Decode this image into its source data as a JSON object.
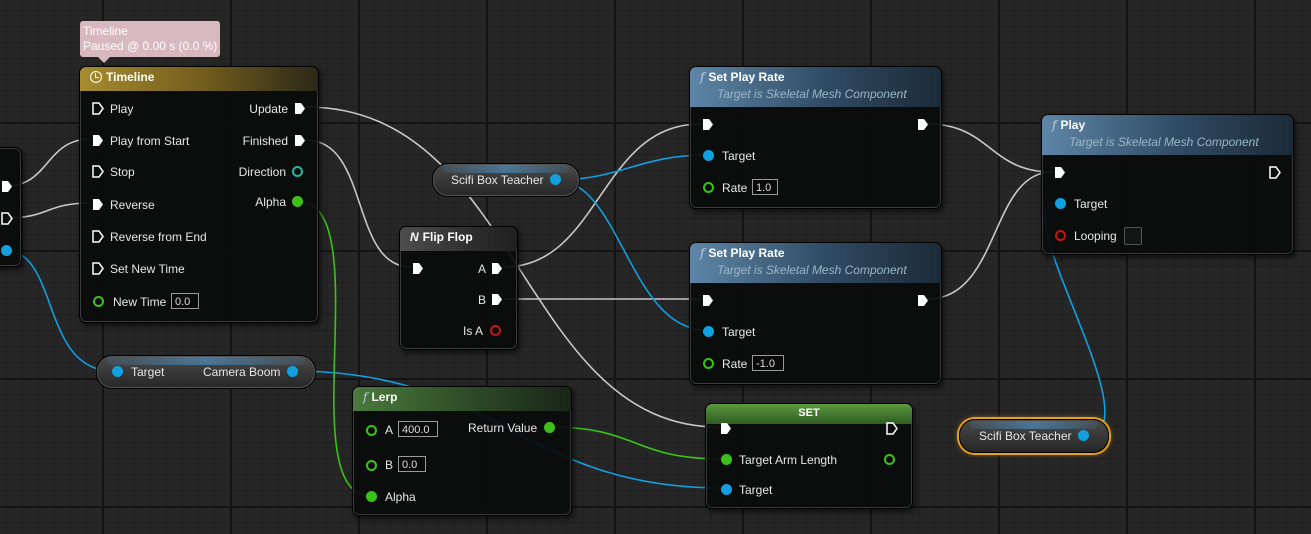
{
  "tooltip": {
    "title": "Timeline",
    "status": "Paused @ 0.00 s (0.0 %)"
  },
  "timeline": {
    "title": "Timeline",
    "inputs": [
      "Play",
      "Play from Start",
      "Stop",
      "Reverse",
      "Reverse from End",
      "Set New Time"
    ],
    "new_time_label": "New Time",
    "new_time_value": "0.0",
    "outputs": {
      "update": "Update",
      "finished": "Finished",
      "direction": "Direction",
      "alpha": "Alpha"
    }
  },
  "camera_boom": {
    "target": "Target",
    "output": "Camera Boom"
  },
  "scifi_var_1": {
    "label": "Scifi Box Teacher"
  },
  "scifi_var_2": {
    "label": "Scifi Box Teacher"
  },
  "flipflop": {
    "title": "Flip Flop",
    "a": "A",
    "b": "B",
    "is_a": "Is A"
  },
  "set_play_rate_1": {
    "title": "Set Play Rate",
    "subtitle": "Target is Skeletal Mesh Component",
    "target": "Target",
    "rate": "Rate",
    "rate_value": "1.0"
  },
  "set_play_rate_2": {
    "title": "Set Play Rate",
    "subtitle": "Target is Skeletal Mesh Component",
    "target": "Target",
    "rate": "Rate",
    "rate_value": "-1.0"
  },
  "play": {
    "title": "Play",
    "subtitle": "Target is Skeletal Mesh Component",
    "target": "Target",
    "looping": "Looping"
  },
  "lerp": {
    "title": "Lerp",
    "a": "A",
    "a_value": "400.0",
    "b": "B",
    "b_value": "0.0",
    "alpha": "Alpha",
    "return_value": "Return Value"
  },
  "set_node": {
    "title": "SET",
    "target_arm_length": "Target Arm Length",
    "target": "Target"
  },
  "colors": {
    "exec": "#ffffff",
    "object": "#12a0e0",
    "float": "#3cc01a",
    "bool": "#c01818",
    "selection": "#e8a020"
  }
}
